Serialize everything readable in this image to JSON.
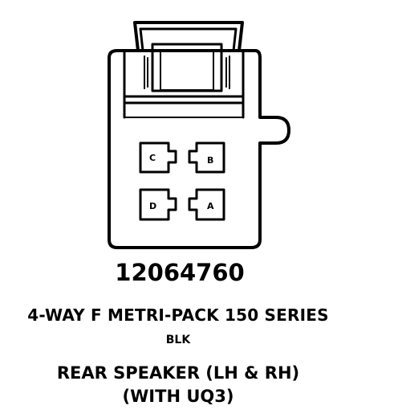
{
  "part_number": "12064760",
  "description": "4-WAY F METRI-PACK 150 SERIES",
  "color": "BLK",
  "application_line1": "REAR SPEAKER (LH & RH)",
  "application_line2": "(WITH UQ3)",
  "pins": {
    "c": "C",
    "b": "B",
    "d": "D",
    "a": "A"
  },
  "colors": {
    "ink": "#000000",
    "background": "#ffffff"
  }
}
